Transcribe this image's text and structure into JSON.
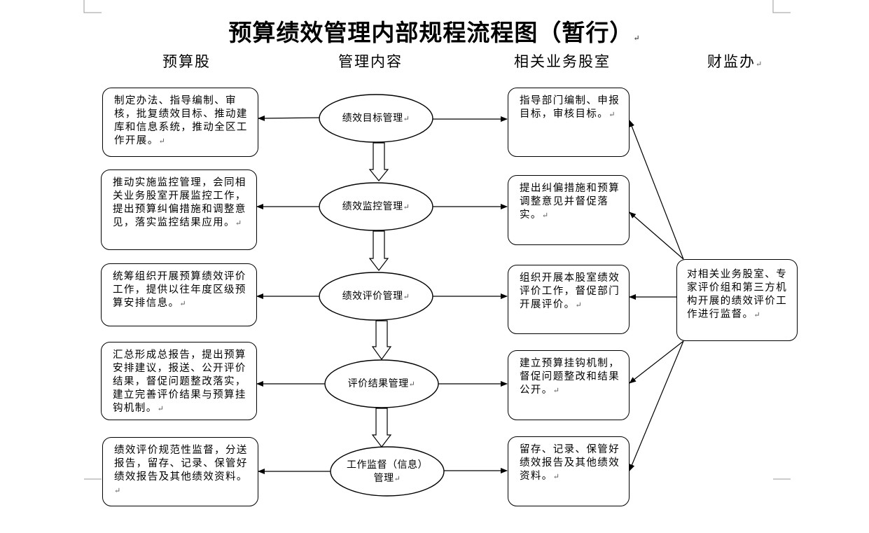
{
  "title": "预算绩效管理内部规程流程图（暂行）",
  "columns": {
    "left": "预算股",
    "center": "管理内容",
    "right": "相关业务股室",
    "far": "财监办"
  },
  "rows": [
    {
      "left": "制定办法、指导编制、审核，批复绩效目标、推动建库和信息系统，推动全区工作开展。",
      "center": "绩效目标管理",
      "right": "指导部门编制、申报目标，审核目标。"
    },
    {
      "left": "推动实施监控管理，会同相关业务股室开展监控工作，提出预算纠偏措施和调整意见，落实监控结果应用。",
      "center": "绩效监控管理",
      "right": "提出纠偏措施和预算调整意见并督促落实。"
    },
    {
      "left": "统筹组织开展预算绩效评价工作，提供以往年度区级预算安排信息。",
      "center": "绩效评价管理",
      "right": "组织开展本股室绩效评价工作，督促部门开展评价。"
    },
    {
      "left": "汇总形成总报告，提出预算安排建议，报送、公开评价结果，督促问题整改落实，建立完善评价结果与预算挂钩机制。",
      "center": "评价结果管理",
      "right": "建立预算挂钩机制，督促问题整改和结果公开。"
    },
    {
      "left": "绩效评价规范性监督，分送报告，留存、记录、保管好绩效报告及其他绩效资料。",
      "center": "工作监督（信息）管理",
      "right": "留存、记录、保管好绩效报告及其他绩效资料。"
    }
  ],
  "supervision": "对相关业务股室、专家评价组和第三方机构开展的绩效评价工作进行监督。"
}
